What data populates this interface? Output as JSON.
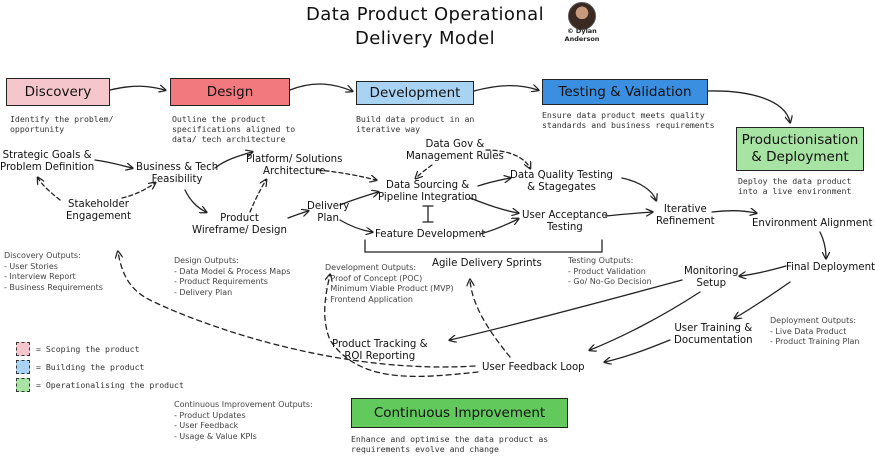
{
  "title_lines": [
    "Data Product Operational",
    "Delivery Model"
  ],
  "author": {
    "copyright": "© Dylan",
    "surname": "Anderson"
  },
  "colors": {
    "pink": "#f5c6cb",
    "red": "#f27a7e",
    "blue": "#a9d3f2",
    "blue_dark": "#3b8fe0",
    "green": "#a7e3a3",
    "green_dark": "#62c95d"
  },
  "stages": {
    "discovery": {
      "label": "Discovery",
      "desc": [
        "Identify the problem/",
        "opportunity"
      ]
    },
    "design": {
      "label": "Design",
      "desc": [
        "Outline the product",
        "specifications aligned to",
        "data/ tech architecture"
      ]
    },
    "development": {
      "label": "Development",
      "desc": [
        "Build data product in an",
        "iterative way"
      ]
    },
    "testing": {
      "label": "Testing & Validation",
      "desc": [
        "Ensure data product meets quality",
        "standards and business requirements"
      ]
    },
    "production": {
      "label": [
        "Productionisation",
        "& Deployment"
      ],
      "desc": [
        "Deploy the data product",
        "into a live environment"
      ]
    },
    "improvement": {
      "label": "Continuous Improvement",
      "desc": [
        "Enhance and optimise the data product as",
        "requirements evolve and change"
      ]
    }
  },
  "nodes": {
    "strategic": [
      "Strategic Goals &",
      "Problem Definition"
    ],
    "stakeholder": [
      "Stakeholder",
      "Engagement"
    ],
    "feasibility": [
      "Business & Tech",
      "Feasibility"
    ],
    "platform": [
      "Platform/ Solutions",
      "Architecture"
    ],
    "wireframe": [
      "Product",
      "Wireframe/ Design"
    ],
    "delivery_plan": [
      "Delivery",
      "Plan"
    ],
    "data_gov": [
      "Data Gov &",
      "Management Rules"
    ],
    "sourcing": [
      "Data Sourcing &",
      "Pipeline Integration"
    ],
    "feature": "Feature Development",
    "dq_testing": [
      "Data Quality Testing",
      "& Stagegates"
    ],
    "uat": [
      "User Acceptance",
      "Testing"
    ],
    "iterative": [
      "Iterative",
      "Refinement"
    ],
    "environment": "Environment Alignment",
    "final": "Final Deployment",
    "monitoring": [
      "Monitoring",
      "Setup"
    ],
    "training": [
      "User Training &",
      "Documentation"
    ],
    "tracking": [
      "Product Tracking &",
      "ROI Reporting"
    ],
    "feedback": "User Feedback Loop",
    "agile": "Agile Delivery Sprints"
  },
  "outputs": {
    "discovery": {
      "heading": "Discovery Outputs:",
      "items": [
        "- User Stories",
        "- Interview Report",
        "- Business Requirements"
      ]
    },
    "design": {
      "heading": "Design Outputs:",
      "items": [
        "- Data Model & Process Maps",
        "- Product Requirements",
        "- Delivery Plan"
      ]
    },
    "development": {
      "heading": "Development Outputs:",
      "items": [
        "- Proof of Concept (POC)",
        "- Minimum Viable Product (MVP)",
        "- Frontend Application"
      ]
    },
    "testing": {
      "heading": "Testing Outputs:",
      "items": [
        "- Product Validation",
        "- Go/ No-Go Decision"
      ]
    },
    "deployment": {
      "heading": "Deployment Outputs:",
      "items": [
        "- Live Data Product",
        "- Product Training Plan"
      ]
    },
    "improvement": {
      "heading": "Continuous Improvement Outputs:",
      "items": [
        "- Product Updates",
        "- User Feedback",
        "- Usage & Value KPIs"
      ]
    }
  },
  "legend": [
    {
      "label": "= Scoping the product",
      "color": "#f5c6cb"
    },
    {
      "label": "= Building the product",
      "color": "#a9d3f2"
    },
    {
      "label": "= Operationalising the product",
      "color": "#a7e3a3"
    }
  ]
}
